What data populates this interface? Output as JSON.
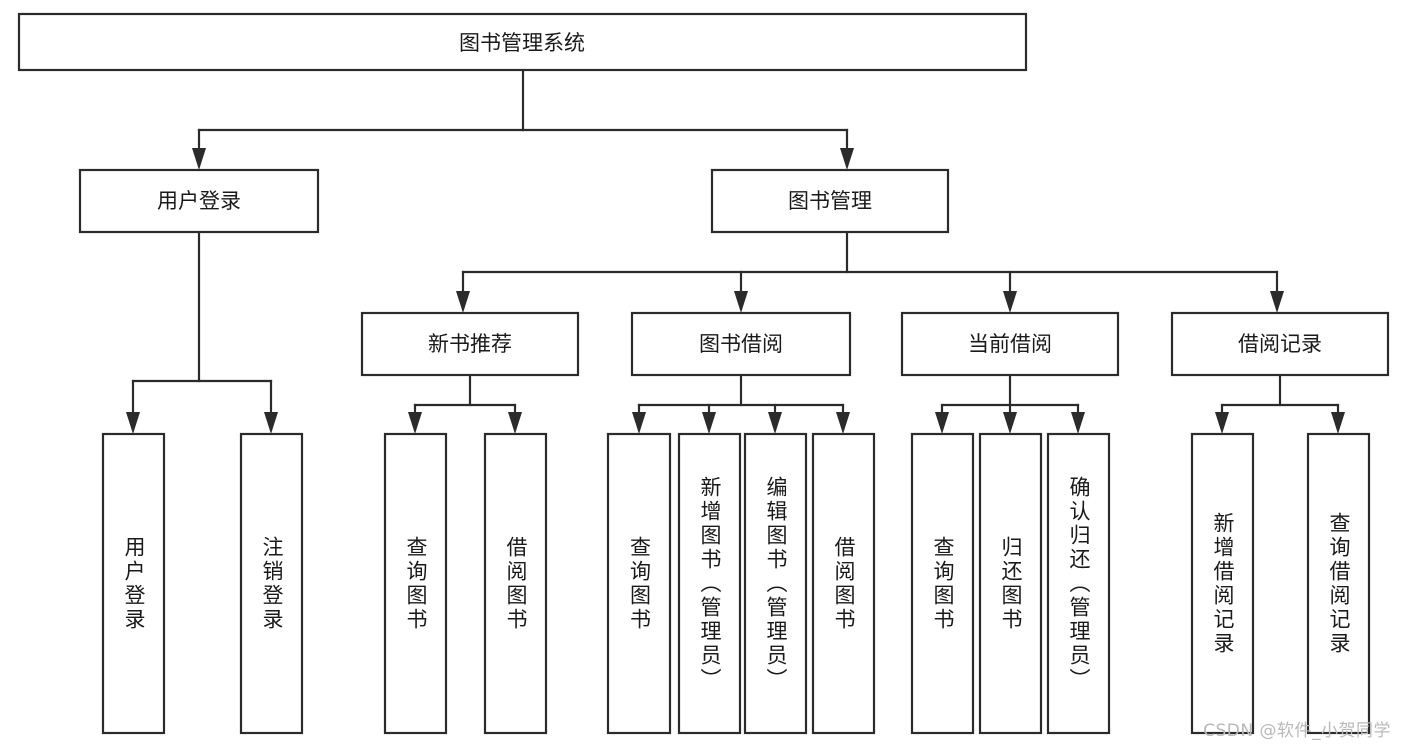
{
  "diagram": {
    "type": "tree",
    "title": "图书管理系统",
    "watermark": "CSDN @软件_小贺同学",
    "colors": {
      "stroke": "#2b2b2b",
      "fill": "#ffffff",
      "text": "#1a1a1a",
      "watermark": "#b9b9b9"
    },
    "root": {
      "label": "图书管理系统",
      "orientation": "horizontal"
    },
    "level2": [
      {
        "label": "用户登录",
        "orientation": "horizontal"
      },
      {
        "label": "图书管理",
        "orientation": "horizontal"
      }
    ],
    "level3": [
      {
        "label": "新书推荐",
        "orientation": "horizontal"
      },
      {
        "label": "图书借阅",
        "orientation": "horizontal"
      },
      {
        "label": "当前借阅",
        "orientation": "horizontal"
      },
      {
        "label": "借阅记录",
        "orientation": "horizontal"
      }
    ],
    "leaves": {
      "user_login": [
        {
          "label": "用户登录",
          "orientation": "vertical"
        },
        {
          "label": "注销登录",
          "orientation": "vertical"
        }
      ],
      "new_book_recommend": [
        {
          "label": "查询图书",
          "orientation": "vertical"
        },
        {
          "label": "借阅图书",
          "orientation": "vertical"
        }
      ],
      "book_borrow": [
        {
          "label": "查询图书",
          "orientation": "vertical"
        },
        {
          "label": "新增图书（管理员）",
          "orientation": "vertical"
        },
        {
          "label": "编辑图书（管理员）",
          "orientation": "vertical"
        },
        {
          "label": "借阅图书",
          "orientation": "vertical"
        }
      ],
      "current_borrow": [
        {
          "label": "查询图书",
          "orientation": "vertical"
        },
        {
          "label": "归还图书",
          "orientation": "vertical"
        },
        {
          "label": "确认归还（管理员）",
          "orientation": "vertical"
        }
      ],
      "borrow_record": [
        {
          "label": "新增借阅记录",
          "orientation": "vertical"
        },
        {
          "label": "查询借阅记录",
          "orientation": "vertical"
        }
      ]
    }
  }
}
